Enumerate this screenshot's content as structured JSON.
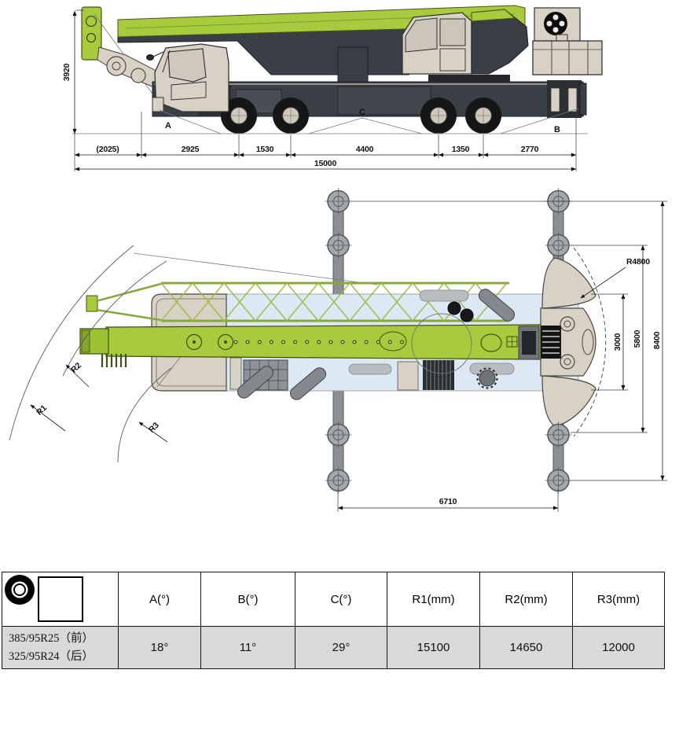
{
  "side_view": {
    "height_dim": "3920",
    "segment_dims": [
      "(2025)",
      "2925",
      "1530",
      "4400",
      "1350",
      "2770"
    ],
    "total_dim": "15000",
    "angle_labels": {
      "a": "A",
      "b": "B",
      "c": "C"
    }
  },
  "top_view": {
    "tail_radius_dim": "R4800",
    "width_dim": "3000",
    "inner_span_dim": "5800",
    "outer_span_dim": "8400",
    "outrigger_base_dim": "6710",
    "radius_labels": {
      "r1": "R1",
      "r2": "R2",
      "r3": "R3"
    }
  },
  "spec_table": {
    "tire_icon": "tire-icon",
    "tire_label_line1": "385/95R25（前）",
    "tire_label_line2": "325/95R24（后）",
    "col_headers": [
      "A(°)",
      "B(°)",
      "C(°)",
      "R1(mm)",
      "R2(mm)",
      "R3(mm)"
    ],
    "values": [
      "18°",
      "11°",
      "29°",
      "15100",
      "14650",
      "12000"
    ]
  },
  "colors": {
    "boom_green": "#a8cb3d",
    "chassis_dark": "#3a3f45",
    "body_beige": "#d8d2c6",
    "deck_blue": "#dce9f4",
    "outrigger_gray": "#8b9094",
    "table_row_gray": "#d9d9d9"
  }
}
